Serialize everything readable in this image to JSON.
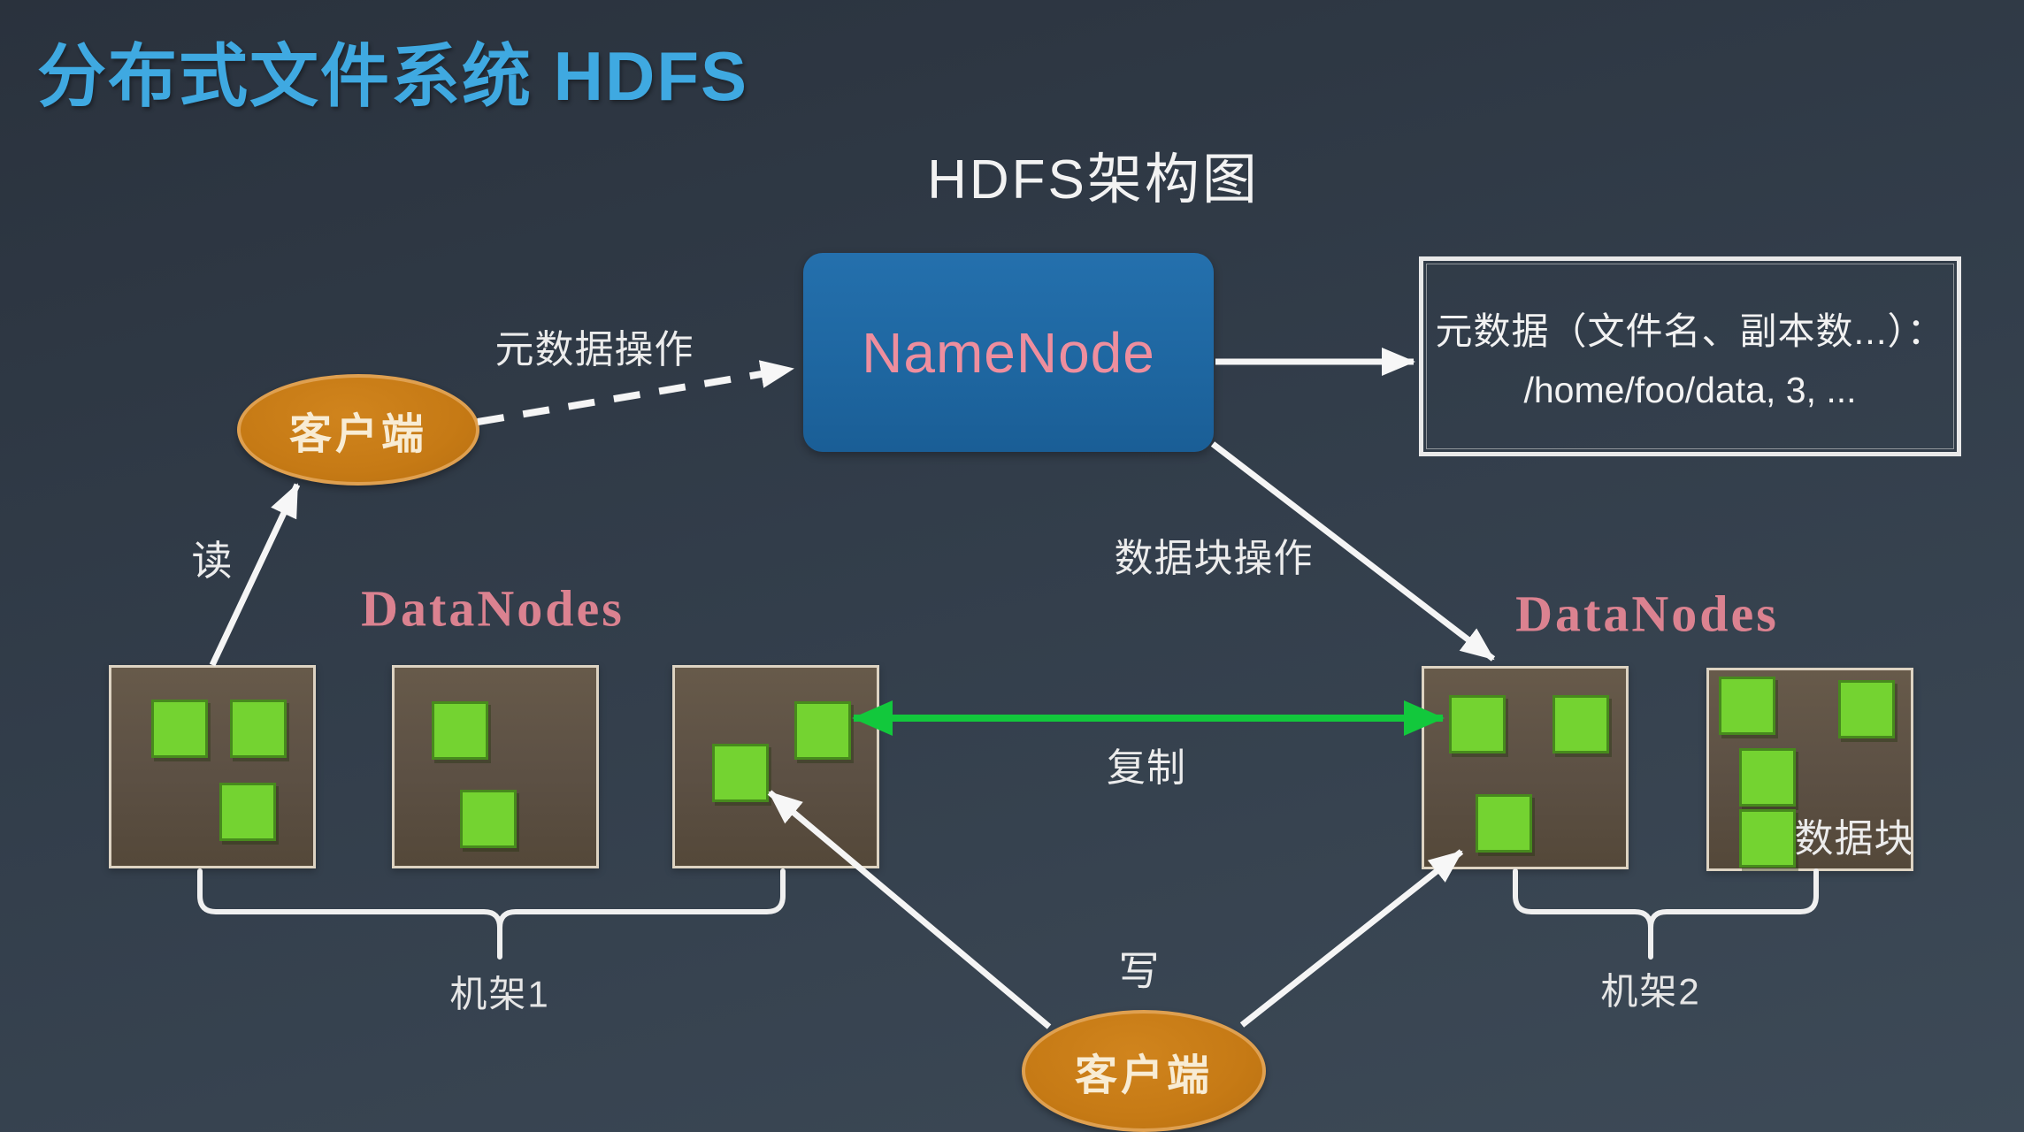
{
  "title": "分布式文件系统 HDFS",
  "subtitle": "HDFS架构图",
  "namenode": {
    "label": "NameNode"
  },
  "metadata_box": {
    "line1": "元数据（文件名、副本数...）：",
    "line2": "/home/foo/data, 3, ..."
  },
  "clients": {
    "top": "客户端",
    "bottom": "客户端"
  },
  "labels": {
    "metadata_op": "元数据操作",
    "read": "读",
    "write": "写",
    "block_op": "数据块操作",
    "replication": "复制",
    "data_block": "数据块",
    "datanodes_left": "DataNodes",
    "datanodes_right": "DataNodes",
    "rack1": "机架1",
    "rack2": "机架2"
  },
  "colors": {
    "background": "#323d4a",
    "title_accent": "#3fa9e1",
    "namenode_fill": "#1f68a2",
    "namenode_text": "#ee8e9e",
    "datanodes_label": "#db8290",
    "node_fill": "#5c5044",
    "node_border": "#ddd3c2",
    "block_fill": "#74d331",
    "block_border": "#478a1d",
    "green_arrow": "#12c83c",
    "white_arrow": "#f5f5f5",
    "client_fill": "#c67a15",
    "client_border": "#dfa050"
  }
}
